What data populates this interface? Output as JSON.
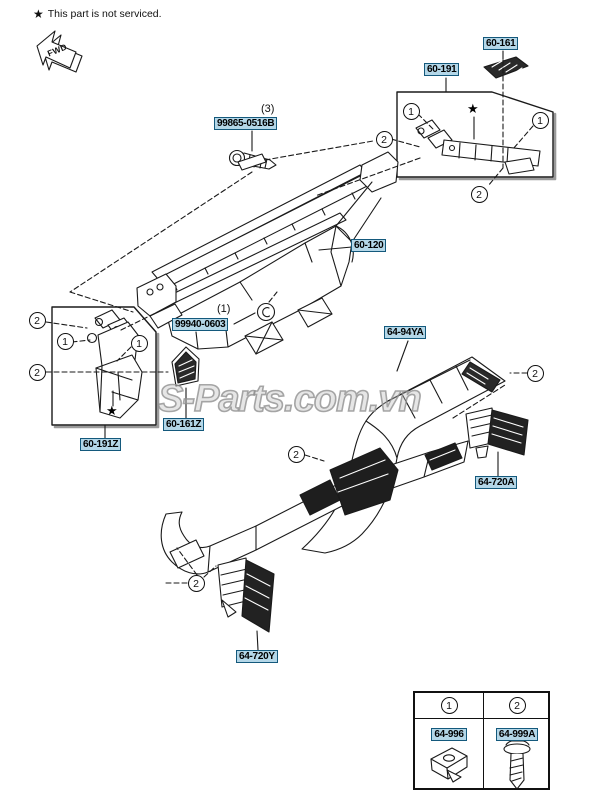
{
  "note": {
    "star": "★",
    "text": "This part is not serviced."
  },
  "fwd_arrow": {
    "label": "FWD"
  },
  "watermark": {
    "text": "S-Parts.com.vn"
  },
  "symbols": {
    "star": "★"
  },
  "callouts": {
    "one": "1",
    "two": "2"
  },
  "labels": {
    "duct_grille_rh": "60-161",
    "demister_duct_rh": "60-191",
    "screw": "99865-0516B",
    "screw_qty": "(3)",
    "defroster_duct": "60-120",
    "clip": "99940-0603",
    "clip_qty": "(1)",
    "rear_duct_upper": "64-94YA",
    "duct_grille_lh": "60-161Z",
    "demister_duct_lh": "60-191Z",
    "rear_vent_rh": "64-720A",
    "rear_vent_lh": "64-720Y"
  },
  "legend": {
    "items": [
      {
        "num": "1",
        "code": "64-996"
      },
      {
        "num": "2",
        "code": "64-999A"
      }
    ]
  },
  "colors": {
    "link_bg": "#b4d7e8",
    "link_border": "#14597c",
    "art_line": "#1a1a1a",
    "watermark_gray": "#9e9e9e"
  }
}
